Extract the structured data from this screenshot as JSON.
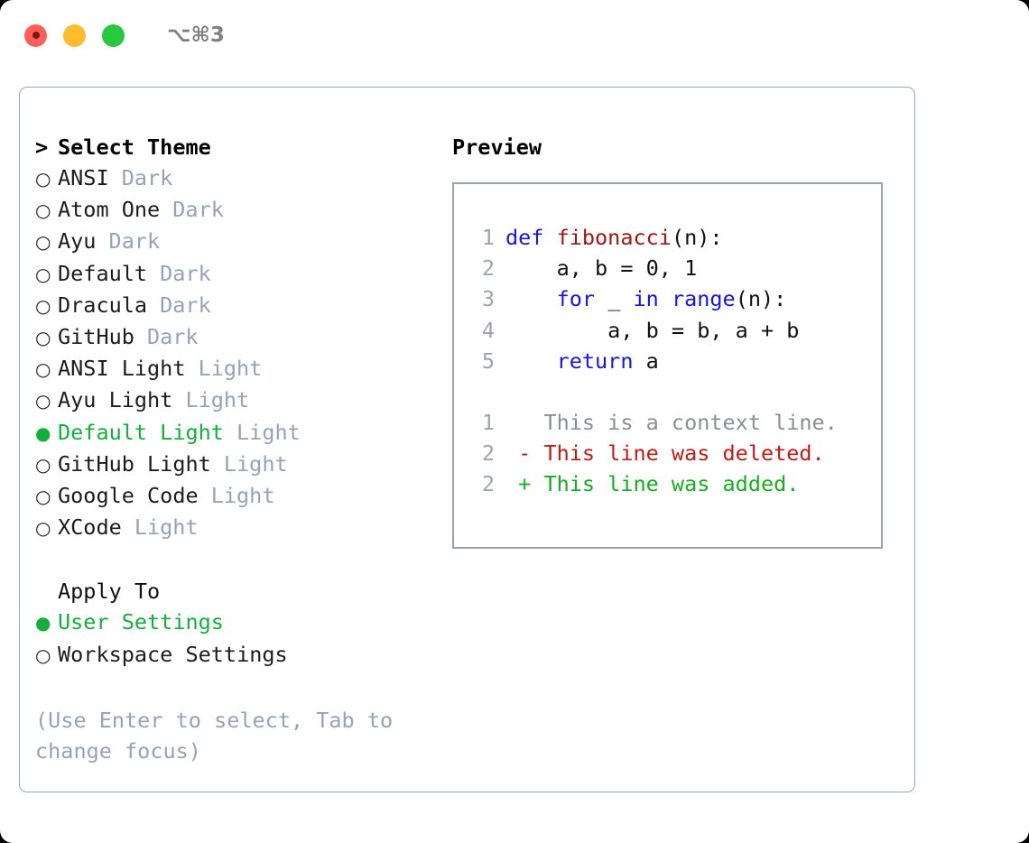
{
  "window": {
    "shortcut": "⌥⌘3",
    "traffic_lights": [
      "close-red",
      "minimize-yellow",
      "maximize-green"
    ]
  },
  "theme_picker": {
    "caret": ">",
    "title": "Select Theme",
    "bullet_selected": "●",
    "bullet_unselected": "○",
    "items": [
      {
        "label": "ANSI",
        "tag": "Dark",
        "selected": false
      },
      {
        "label": "Atom One",
        "tag": "Dark",
        "selected": false
      },
      {
        "label": "Ayu",
        "tag": "Dark",
        "selected": false
      },
      {
        "label": "Default",
        "tag": "Dark",
        "selected": false
      },
      {
        "label": "Dracula",
        "tag": "Dark",
        "selected": false
      },
      {
        "label": "GitHub",
        "tag": "Dark",
        "selected": false
      },
      {
        "label": "ANSI Light",
        "tag": "Light",
        "selected": false
      },
      {
        "label": "Ayu Light",
        "tag": "Light",
        "selected": false
      },
      {
        "label": "Default Light",
        "tag": "Light",
        "selected": true
      },
      {
        "label": "GitHub Light",
        "tag": "Light",
        "selected": false
      },
      {
        "label": "Google Code",
        "tag": "Light",
        "selected": false
      },
      {
        "label": "XCode",
        "tag": "Light",
        "selected": false
      }
    ]
  },
  "apply_to": {
    "title": "Apply To",
    "items": [
      {
        "label": "User Settings",
        "selected": true
      },
      {
        "label": "Workspace Settings",
        "selected": false
      }
    ]
  },
  "hint": "(Use Enter to select, Tab to change focus)",
  "preview": {
    "title": "Preview",
    "code_lines": [
      {
        "number": "1",
        "tokens": [
          {
            "text": "def ",
            "type": "kw"
          },
          {
            "text": "fibonacci",
            "type": "fn"
          },
          {
            "text": "(n):",
            "type": "plain"
          }
        ]
      },
      {
        "number": "2",
        "tokens": [
          {
            "text": "    a, b = 0, 1",
            "type": "plain"
          }
        ]
      },
      {
        "number": "3",
        "tokens": [
          {
            "text": "    ",
            "type": "plain"
          },
          {
            "text": "for",
            "type": "kw"
          },
          {
            "text": " _ ",
            "type": "plain"
          },
          {
            "text": "in",
            "type": "kw"
          },
          {
            "text": " ",
            "type": "plain"
          },
          {
            "text": "range",
            "type": "kw"
          },
          {
            "text": "(n):",
            "type": "plain"
          }
        ]
      },
      {
        "number": "4",
        "tokens": [
          {
            "text": "        a, b = b, a + b",
            "type": "plain"
          }
        ]
      },
      {
        "number": "5",
        "tokens": [
          {
            "text": "    ",
            "type": "plain"
          },
          {
            "text": "return",
            "type": "kw"
          },
          {
            "text": " a",
            "type": "plain"
          }
        ]
      }
    ],
    "diff_lines": [
      {
        "number": "1",
        "marker": " ",
        "text": " This is a context line.",
        "kind": "context"
      },
      {
        "number": "2",
        "marker": "-",
        "text": " This line was deleted.",
        "kind": "del"
      },
      {
        "number": "2",
        "marker": "+",
        "text": " This line was added.",
        "kind": "add"
      }
    ]
  },
  "colors": {
    "accent_green": "#13ae3c",
    "muted": "#94a3b8",
    "keyword": "#1515e8",
    "function": "#a31515",
    "diff_delete": "#c41a16",
    "diff_add": "#12b021",
    "border": "#9aa7b6"
  }
}
